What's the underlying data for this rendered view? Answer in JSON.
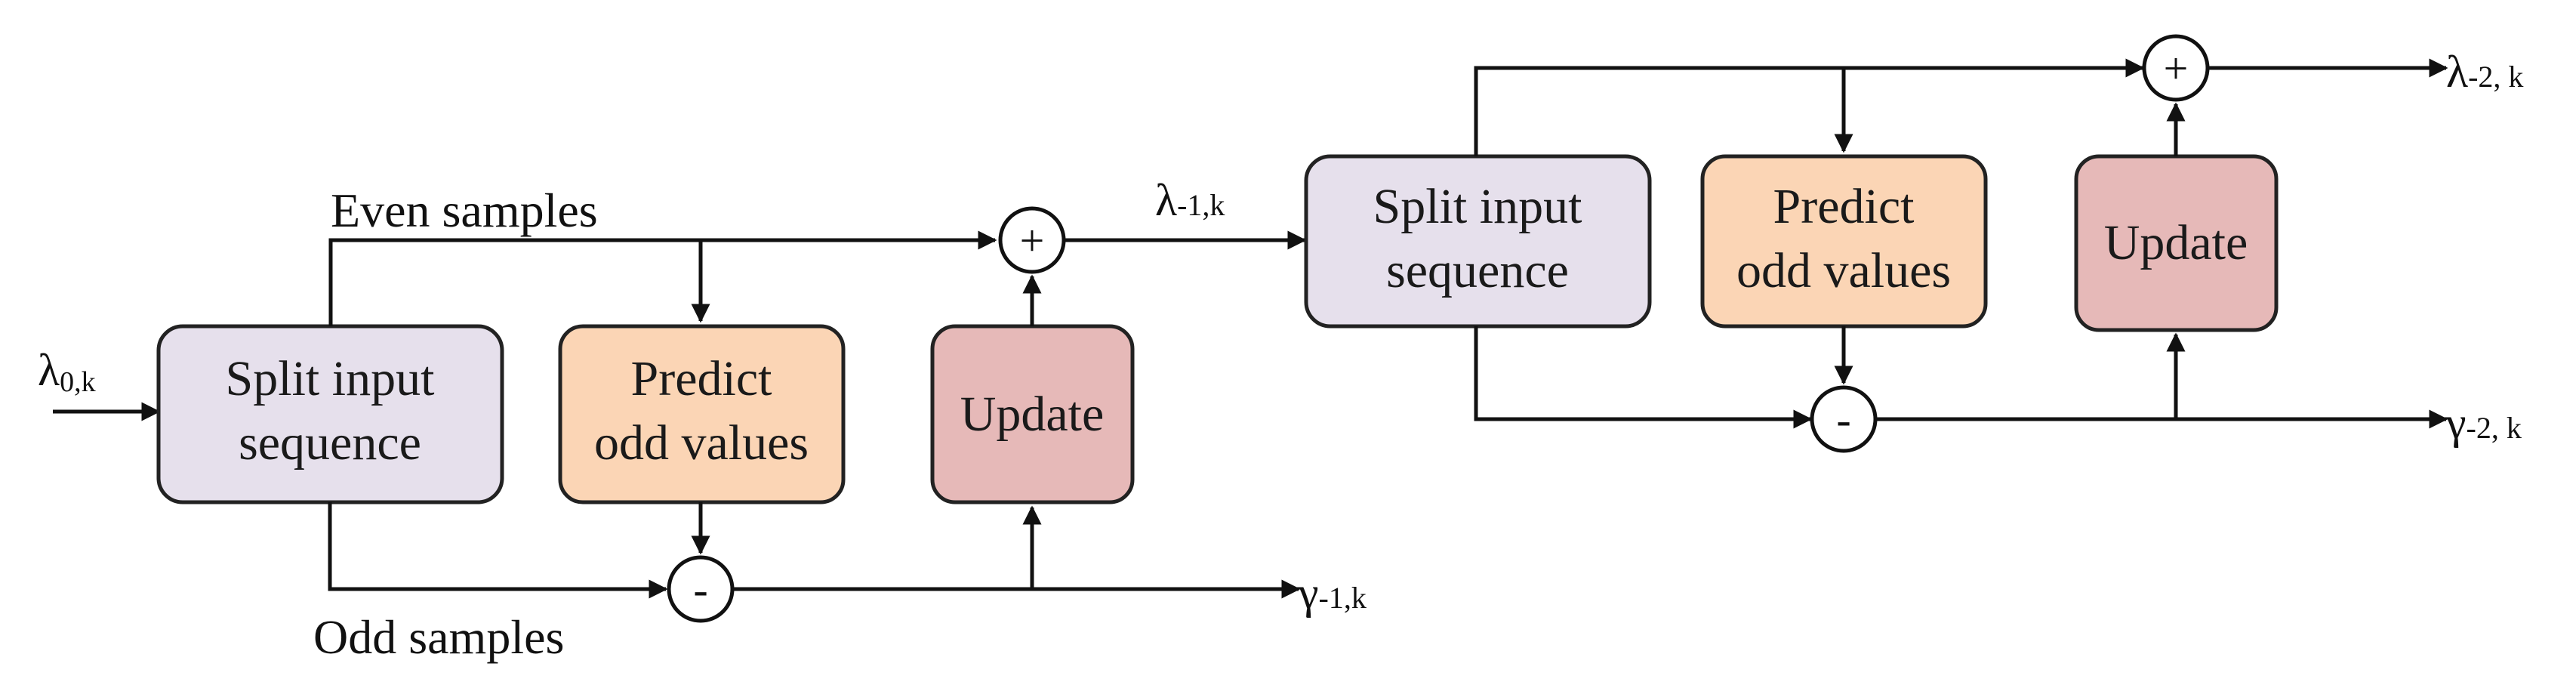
{
  "colors": {
    "split_fill": "#e6e0ec",
    "predict_fill": "#fbd5b5",
    "update_fill": "#e6b9b8",
    "line": "#111111"
  },
  "stage1": {
    "input_label": "λ",
    "input_sub": "0,k",
    "split_line1": "Split input",
    "split_line2": "sequence",
    "predict_line1": "Predict",
    "predict_line2": "odd values",
    "update_label": "Update",
    "even_label": "Even samples",
    "odd_label": "Odd samples",
    "plus_symbol": "+",
    "minus_symbol": "-",
    "out_lambda": "λ",
    "out_lambda_sub": "-1,k",
    "out_gamma": "γ",
    "out_gamma_sub": "-1,k"
  },
  "stage2": {
    "split_line1": "Split input",
    "split_line2": "sequence",
    "predict_line1": "Predict",
    "predict_line2": "odd values",
    "update_label": "Update",
    "plus_symbol": "+",
    "minus_symbol": "-",
    "out_lambda": "λ",
    "out_lambda_sub": "-2, k",
    "out_gamma": "γ",
    "out_gamma_sub": "-2, k"
  }
}
